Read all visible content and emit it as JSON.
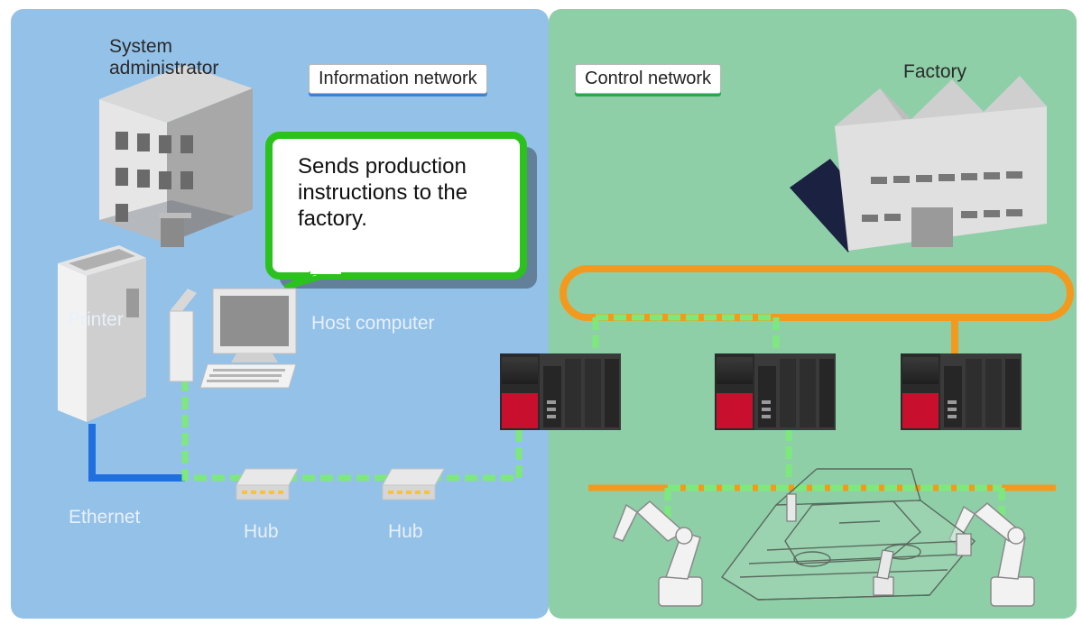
{
  "labels": {
    "system_administrator_line1": "System",
    "system_administrator_line2": "administrator",
    "factory": "Factory",
    "printer": "Printer",
    "host_computer": "Host computer",
    "ethernet": "Ethernet",
    "hub_1": "Hub",
    "hub_2": "Hub"
  },
  "tags": {
    "information_network": "Information network",
    "control_network": "Control network"
  },
  "callout": {
    "text": "Sends production instructions to the factory."
  },
  "colors": {
    "info_zone": "#93c1e8",
    "control_zone": "#8ecfa8",
    "callout_border": "#2bc21d",
    "ring": "#f39a1e",
    "ethernet_cable": "#1f6fe0",
    "plc_red": "#c8102e",
    "network_line": "#7ee87e"
  }
}
